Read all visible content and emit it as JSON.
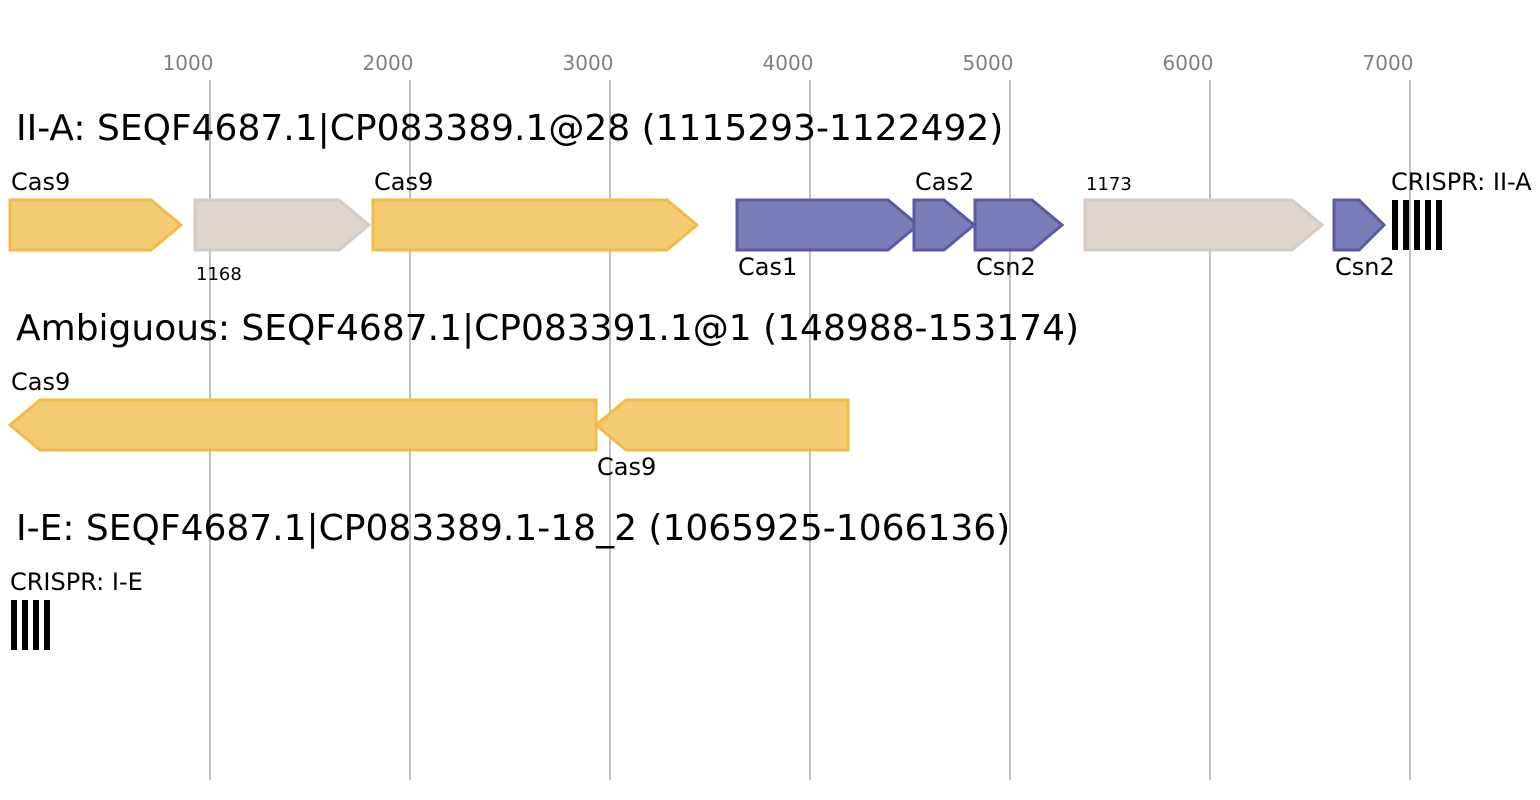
{
  "colors": {
    "cas9_fill": "#f2cb72",
    "cas9_stroke": "#f0bc46",
    "other_fill": "#ddd5ce",
    "other_stroke": "#d6cbc2",
    "adapt_fill": "#7b7db8",
    "adapt_stroke": "#5a5aa4",
    "gridline": "#c0c0c0",
    "axis_text": "#808080",
    "crispr": "#000000"
  },
  "axis": {
    "ticks": [
      {
        "value": 1000,
        "label": "1000"
      },
      {
        "value": 2000,
        "label": "2000"
      },
      {
        "value": 3000,
        "label": "3000"
      },
      {
        "value": 4000,
        "label": "4000"
      },
      {
        "value": 5000,
        "label": "5000"
      },
      {
        "value": 6000,
        "label": "6000"
      },
      {
        "value": 7000,
        "label": "7000"
      }
    ]
  },
  "tracks": [
    {
      "title": "II-A: SEQF4687.1|CP083389.1@28 (1115293-1122492)",
      "genes": [
        {
          "start": 0,
          "end": 855,
          "strand": "+",
          "kind": "cas9",
          "label": "Cas9",
          "label_pos": "above",
          "label_size": "normal"
        },
        {
          "start": 925,
          "end": 1795,
          "strand": "+",
          "kind": "other",
          "label": "1168",
          "label_pos": "below",
          "label_size": "small"
        },
        {
          "start": 1815,
          "end": 3435,
          "strand": "+",
          "kind": "cas9",
          "label": "Cas9",
          "label_pos": "above",
          "label_size": "normal"
        },
        {
          "start": 3635,
          "end": 4540,
          "strand": "+",
          "kind": "adapt",
          "label": "Cas1",
          "label_pos": "below",
          "label_size": "normal"
        },
        {
          "start": 4520,
          "end": 4820,
          "strand": "+",
          "kind": "adapt",
          "label": "Cas2",
          "label_pos": "above",
          "label_size": "normal"
        },
        {
          "start": 4825,
          "end": 5260,
          "strand": "+",
          "kind": "adapt",
          "label": "Csn2",
          "label_pos": "below",
          "label_size": "normal"
        },
        {
          "start": 5375,
          "end": 6560,
          "strand": "+",
          "kind": "other",
          "label": "1173",
          "label_pos": "above",
          "label_size": "small"
        },
        {
          "start": 6620,
          "end": 6870,
          "strand": "+",
          "kind": "adapt",
          "label": "Csn2",
          "label_pos": "below",
          "label_size": "normal"
        }
      ],
      "crispr": {
        "start": 6905,
        "repeats": 5,
        "label": "CRISPR: II-A"
      }
    },
    {
      "title": "Ambiguous: SEQF4687.1|CP083391.1@1 (148988-153174)",
      "genes": [
        {
          "start": 0,
          "end": 2930,
          "strand": "-",
          "kind": "cas9",
          "label": "Cas9",
          "label_pos": "above",
          "label_size": "normal"
        },
        {
          "start": 2930,
          "end": 4190,
          "strand": "-",
          "kind": "cas9",
          "label": "Cas9",
          "label_pos": "below",
          "label_size": "normal"
        }
      ],
      "crispr": null
    },
    {
      "title": "I-E: SEQF4687.1|CP083389.1-18_2 (1065925-1066136)",
      "genes": [],
      "crispr": {
        "start": 0,
        "repeats": 4,
        "label": "CRISPR: I-E"
      }
    }
  ]
}
